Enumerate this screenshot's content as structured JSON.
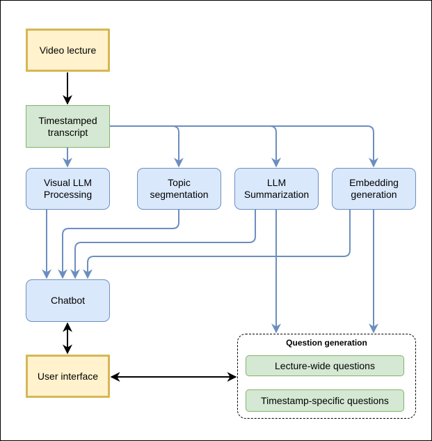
{
  "nodes": {
    "video_lecture": "Video lecture",
    "timestamped_transcript": "Timestamped transcript",
    "visual_llm": "Visual LLM Processing",
    "topic_segmentation": "Topic segmentation",
    "llm_summarization": "LLM Summarization",
    "embedding_generation": "Embedding generation",
    "chatbot": "Chatbot",
    "user_interface": "User interface"
  },
  "question_generation": {
    "title": "Question generation",
    "lecture_wide": "Lecture-wide questions",
    "timestamp_specific": "Timestamp-specific questions"
  },
  "colors": {
    "blue_edge": "#6c8ebf",
    "black_edge": "#000000",
    "yellow_fill": "#fff2cc",
    "yellow_border": "#d6b656",
    "green_fill": "#d5e8d4",
    "green_border": "#82b366",
    "blue_fill": "#dae8fc",
    "blue_border": "#6c8ebf"
  }
}
